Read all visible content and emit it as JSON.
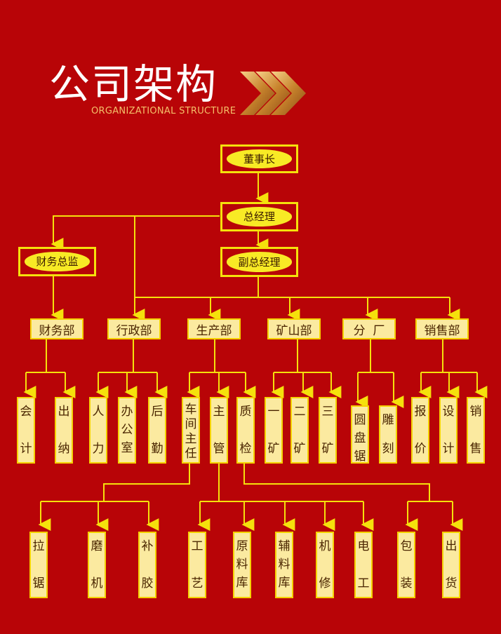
{
  "header": {
    "title": "公司架构",
    "subtitle": "ORGANIZATIONAL STRUCTURE"
  },
  "colors": {
    "background": "#b80407",
    "line": "#f5e10c",
    "box_fill": "#fbeaa0",
    "oval_fill": "#f8ea25"
  },
  "top": {
    "chairman": "董事长",
    "general_manager": "总经理",
    "finance_director": "财务总监",
    "deputy_gm": "副总经理"
  },
  "departments": [
    "财务部",
    "行政部",
    "生产部",
    "矿山部",
    "分  厂",
    "销售部"
  ],
  "level3": {
    "finance": [
      "会计",
      "出纳"
    ],
    "admin": [
      "人力",
      "办公室",
      "后勤"
    ],
    "production": [
      "车间主任",
      "主管",
      "质检"
    ],
    "mine": [
      "一矿",
      "二矿",
      "三矿"
    ],
    "branch": [
      "圆盘锯",
      "雕刻"
    ],
    "sales": [
      "报价",
      "设计",
      "销售"
    ]
  },
  "level4": {
    "workshop": [
      "拉锯",
      "磨机",
      "补胶"
    ],
    "supervisor": [
      "工艺",
      "原料库",
      "辅料库",
      "机修",
      "电工"
    ],
    "qc": [
      "包装",
      "出货"
    ]
  }
}
